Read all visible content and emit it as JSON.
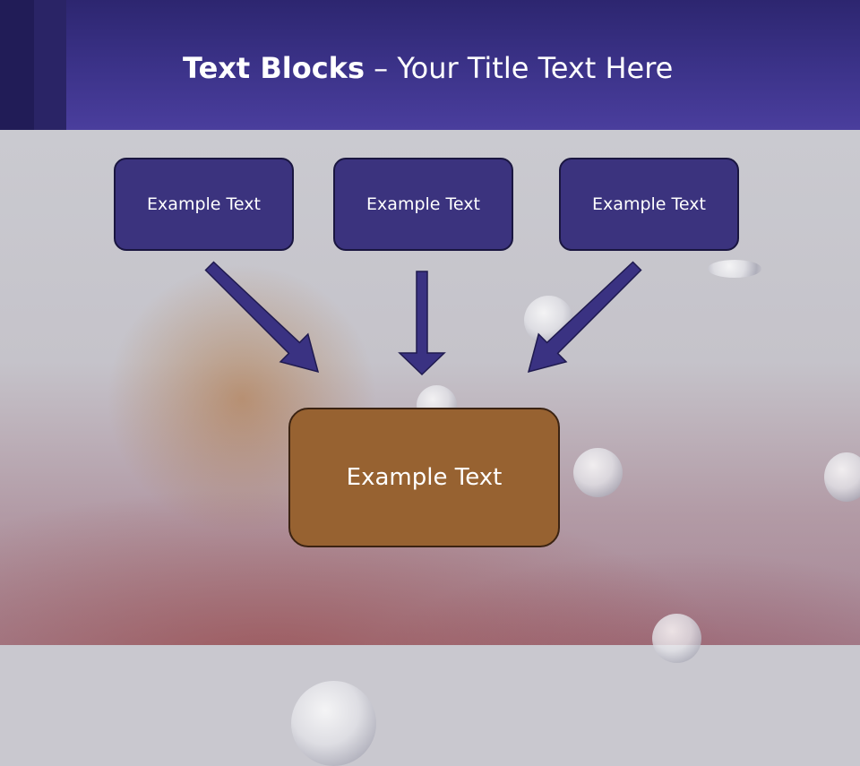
{
  "slide": {
    "title_bold": "Text Blocks",
    "title_rest": " – Your Title Text Here"
  },
  "diagram": {
    "top_blocks": [
      {
        "label": "Example Text"
      },
      {
        "label": "Example Text"
      },
      {
        "label": "Example Text"
      }
    ],
    "bottom_block": {
      "label": "Example Text"
    }
  },
  "colors": {
    "header": "#3b3288",
    "top_block_fill": "#3b337e",
    "bottom_block_fill": "#976231",
    "arrow": "#3a3282"
  }
}
